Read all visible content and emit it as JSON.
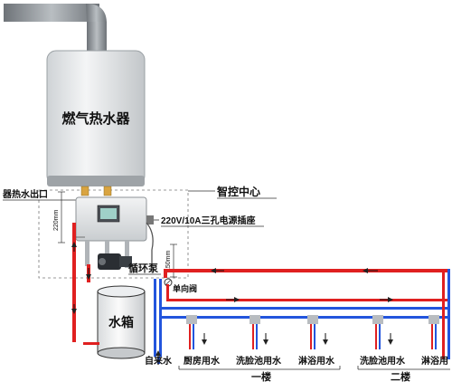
{
  "heater": {
    "label": "燃气热水器"
  },
  "outlet_label": "器热水出口",
  "dim_220": "220mm",
  "dim_150": "150mm",
  "control_center_label": "智控中心",
  "socket_label": "220V/10A三孔电源插座",
  "pump_label": "循环泵",
  "check_valve_label": "单向阀",
  "tank_label": "水箱",
  "tap_water_label": "自来水",
  "taps": {
    "kitchen": "厨房用水",
    "washbasin1": "洗脸池用水",
    "shower1": "淋浴用水",
    "washbasin2": "洗脸池用水",
    "shower2": "淋浴用"
  },
  "floors": {
    "first": "一楼",
    "second": "二楼"
  },
  "colors": {
    "hot": "#e02020",
    "cold": "#2255dd",
    "gray": "#8e9498",
    "line": "#333333"
  },
  "icons": {
    "arrow": "arrow-icon"
  }
}
